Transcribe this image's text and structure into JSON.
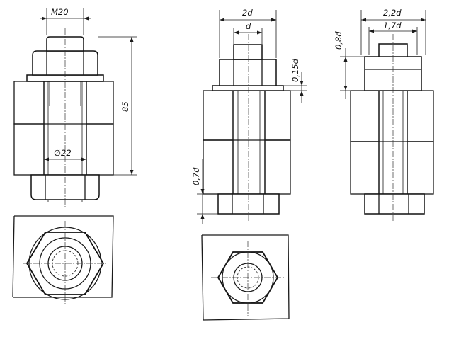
{
  "labels": {
    "v1_m20": "M20",
    "v1_85": "85",
    "v1_d22": "∅22",
    "v2_2d": "2d",
    "v2_d": "d",
    "v2_015d": "0,15d",
    "v2_07d": "0,7d",
    "v3_22d": "2,2d",
    "v3_17d": "1,7d",
    "v3_08d": "0,8d"
  }
}
